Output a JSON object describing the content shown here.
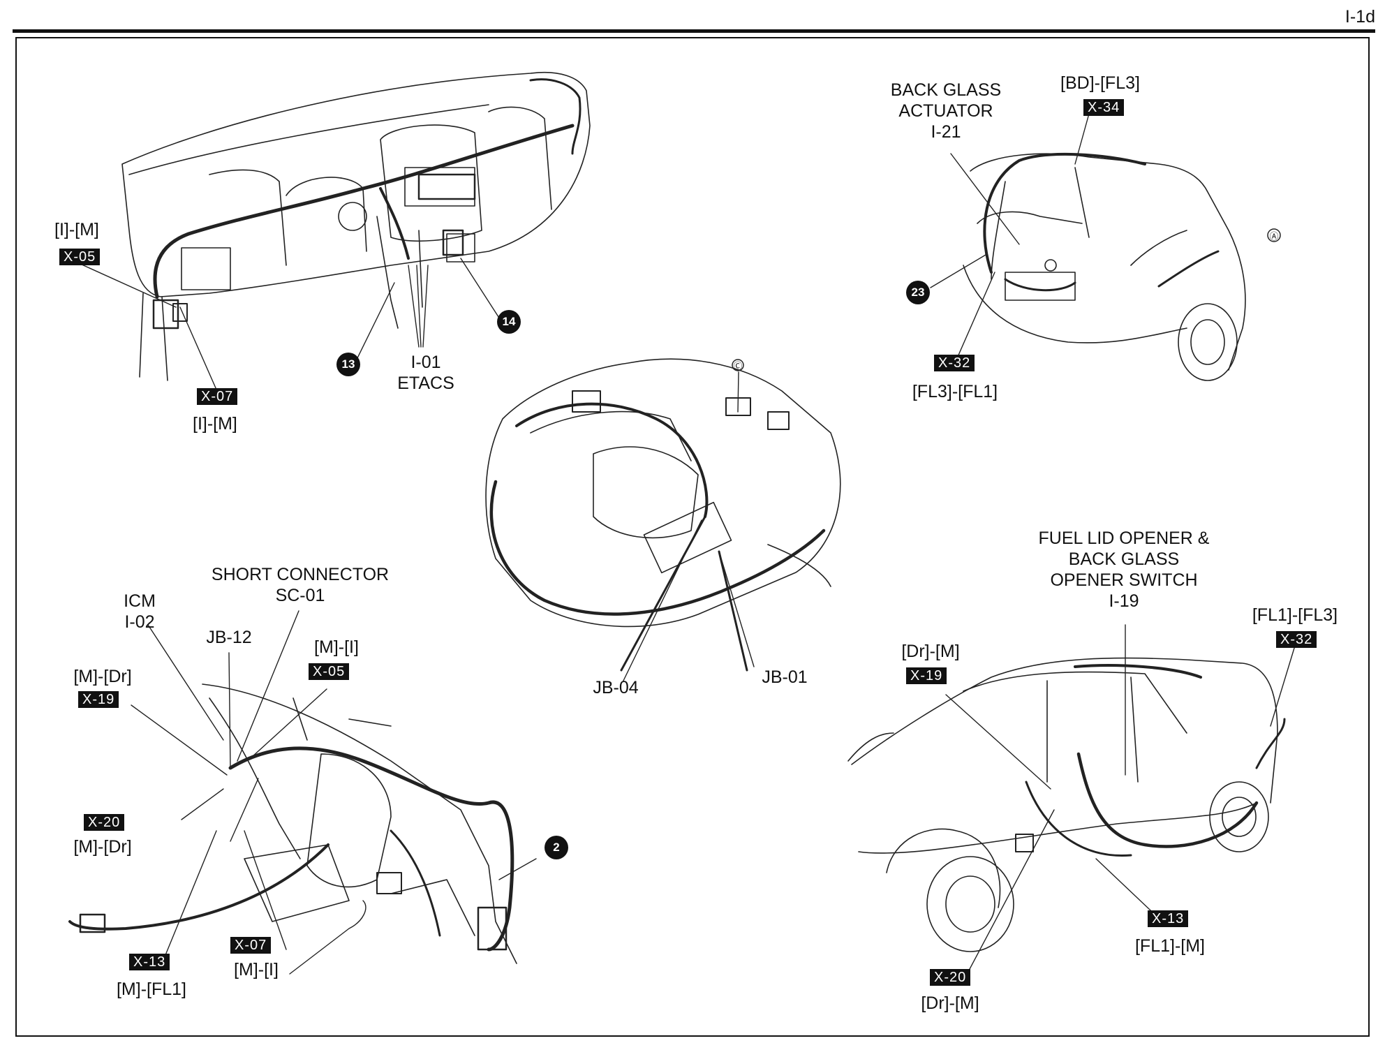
{
  "page_id": "I-1d",
  "labels": {
    "back_glass_actuator": [
      "BACK GLASS",
      "ACTUATOR",
      "I-21"
    ],
    "bd_fl3": "[BD]-[FL3]",
    "fl3_fl1": "[FL3]-[FL1]",
    "i_m_upper": "[I]-[M]",
    "i_m_lower": "[I]-[M]",
    "etacs": [
      "I-01",
      "ETACS"
    ],
    "jb04": "JB-04",
    "jb01": "JB-01",
    "short_connector": [
      "SHORT CONNECTOR",
      "SC-01"
    ],
    "icm": [
      "ICM",
      "I-02"
    ],
    "jb12": "JB-12",
    "m_i_upper": "[M]-[I]",
    "m_dr_upper": "[M]-[Dr]",
    "m_dr_lower": "[M]-[Dr]",
    "m_fl1": "[M]-[FL1]",
    "m_i_lower": "[M]-[I]",
    "fuel_lid": [
      "FUEL LID OPENER &",
      "BACK GLASS",
      "OPENER SWITCH",
      "I-19"
    ],
    "dr_m_upper": "[Dr]-[M]",
    "fl1_fl3": "[FL1]-[FL3]",
    "fl1_m": "[FL1]-[M]",
    "dr_m_lower": "[Dr]-[M]"
  },
  "tags": {
    "x34": "X-34",
    "x32_rear": "X-32",
    "x05_dash": "X-05",
    "x07_dash": "X-07",
    "x05_floor": "X-05",
    "x19_floor": "X-19",
    "x20_floor": "X-20",
    "x13_floor": "X-13",
    "x07_floor": "X-07",
    "x19_side": "X-19",
    "x32_side": "X-32",
    "x13_side": "X-13",
    "x20_side": "X-20"
  },
  "callouts": {
    "c23": "23",
    "c13": "13",
    "c14": "14",
    "c2": "2"
  },
  "letter_marks": {
    "a": "Ⓐ",
    "c": "Ⓒ"
  }
}
